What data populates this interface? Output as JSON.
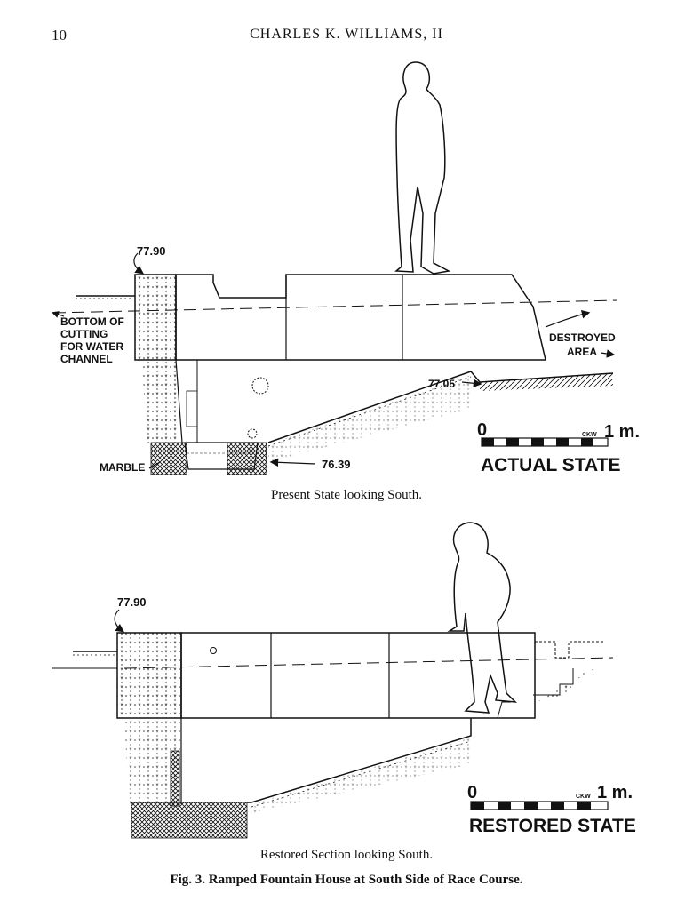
{
  "header": {
    "page_number": "10",
    "running_title": "CHARLES K. WILLIAMS, II"
  },
  "top_figure": {
    "elevation_top": "77.90",
    "elevation_floor": "77.05",
    "elevation_base": "76.39",
    "label_bottom": [
      "BOTTOM OF",
      "CUTTING",
      "FOR WATER",
      "CHANNEL"
    ],
    "label_destroyed": [
      "DESTROYED",
      "AREA"
    ],
    "label_marble": "MARBLE",
    "scale_zero": "0",
    "scale_one": "1 m.",
    "scale_initials": "CKW",
    "scale_title": "ACTUAL STATE",
    "caption": "Present State looking South."
  },
  "bottom_figure": {
    "elevation_top": "77.90",
    "scale_zero": "0",
    "scale_one": "1 m.",
    "scale_initials": "CKW",
    "scale_title": "RESTORED STATE",
    "caption": "Restored Section looking South."
  },
  "figure_caption": "Fig. 3. Ramped Fountain House at South Side of Race Course."
}
